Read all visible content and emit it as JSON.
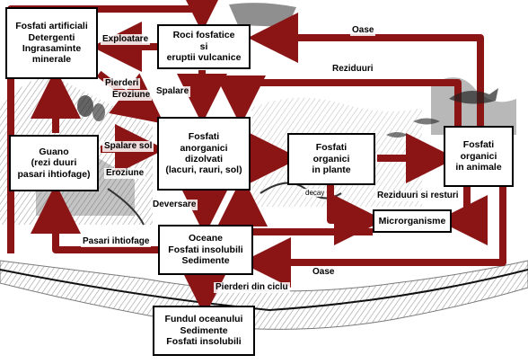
{
  "colors": {
    "arrow": "#8b1414",
    "border": "#000000",
    "scenery": "#3a3a3a"
  },
  "nodes": {
    "fosfati_artificiali": [
      "Fosfati artificiali",
      "Detergenti",
      "Ingrasaminte",
      "minerale"
    ],
    "roci_fosfatice": [
      "Roci fosfatice",
      "si",
      "eruptii vulcanice"
    ],
    "guano": [
      "Guano",
      "(rezi duuri",
      "pasari ihtiofage)"
    ],
    "fosfati_anorganici": [
      "Fosfati",
      "anorganici",
      "dizolvati",
      "(lacuri, rauri, sol)"
    ],
    "fosfati_plante": [
      "Fosfati",
      "organici",
      "in plante"
    ],
    "fosfati_animale": [
      "Fosfati",
      "organici",
      "in animale"
    ],
    "microrganisme": [
      "Microrganisme"
    ],
    "oceane": [
      "Oceane",
      "Fosfati insolubili",
      "Sedimente"
    ],
    "fundul_oceanului": [
      "Fundul oceanului",
      "Sedimente",
      "Fosfati insolubili"
    ]
  },
  "labels": {
    "exploatare": "Exploatare",
    "oase_top": "Oase",
    "pierderi_eroziune_1": "Pierderi",
    "pierderi_eroziune_2": "Eroziune",
    "spalare": "Spalare",
    "reziduuri": "Reziduuri",
    "spalare_sol": "Spalare sol",
    "eroziune": "Eroziune",
    "decay": "decay",
    "reziduuri_resturi": "Reziduuri si resturi",
    "deversare": "Deversare",
    "pasari_ihtiofage": "Pasari ihtiofage",
    "oase_bottom": "Oase",
    "pierderi_ciclu": "Pierderi din ciclu"
  }
}
